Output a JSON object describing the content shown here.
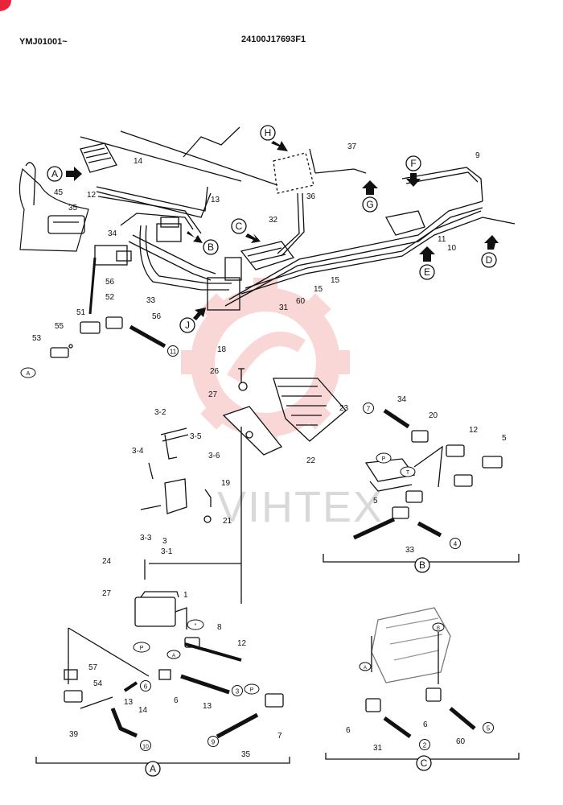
{
  "header": {
    "serial": "YMJ01001~",
    "drawing_no": "24100J17693F1"
  },
  "watermark": "VIHTEX",
  "callouts": {
    "A": "A",
    "B": "B",
    "C": "C",
    "D": "D",
    "E": "E",
    "F": "F",
    "G": "G",
    "H": "H",
    "J": "J"
  },
  "parts": {
    "p1": "1",
    "p3": "3",
    "p3_1": "3-1",
    "p3_2": "3-2",
    "p3_3": "3-3",
    "p3_4": "3-4",
    "p3_5": "3-5",
    "p3_6": "3-6",
    "p5": "5",
    "p6": "6",
    "p7": "7",
    "p8": "8",
    "p9": "9",
    "p10": "10",
    "p11": "11",
    "p12": "12",
    "p13": "13",
    "p14": "14",
    "p15": "15",
    "p18": "18",
    "p19": "19",
    "p20": "20",
    "p21": "21",
    "p22": "22",
    "p23": "23",
    "p24": "24",
    "p26": "26",
    "p27": "27",
    "p31": "31",
    "p32": "32",
    "p33": "33",
    "p34": "34",
    "p35": "35",
    "p36": "36",
    "p37": "37",
    "p39": "39",
    "p45": "45",
    "p51": "51",
    "p52": "52",
    "p53": "53",
    "p54": "54",
    "p55": "55",
    "p56": "56",
    "p57": "57",
    "p60": "60"
  },
  "hose_marks": {
    "n2": "2",
    "n3": "3",
    "n4": "4",
    "n5": "5",
    "n6": "6",
    "n7": "7",
    "n9": "9",
    "n10": "10",
    "n11": "11"
  },
  "port_tags": {
    "P": "P",
    "T": "T",
    "A": "A",
    "B": "B",
    "star": "*"
  },
  "detail_titles": {
    "A": "A",
    "B": "B",
    "C": "C"
  }
}
